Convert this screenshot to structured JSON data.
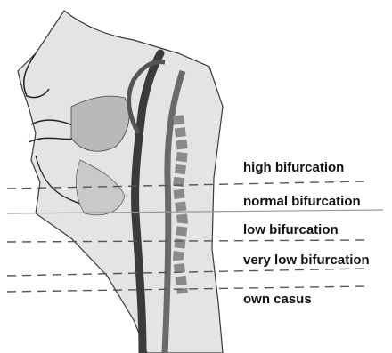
{
  "labels": {
    "high": "high bifurcation",
    "normal": "normal bifurcation",
    "low": "low bifurcation",
    "very_low": "very low bifurcation",
    "own": "own casus"
  },
  "colors": {
    "ink": "#111111",
    "guide_line": "#555555",
    "solid_line": "#999999"
  }
}
